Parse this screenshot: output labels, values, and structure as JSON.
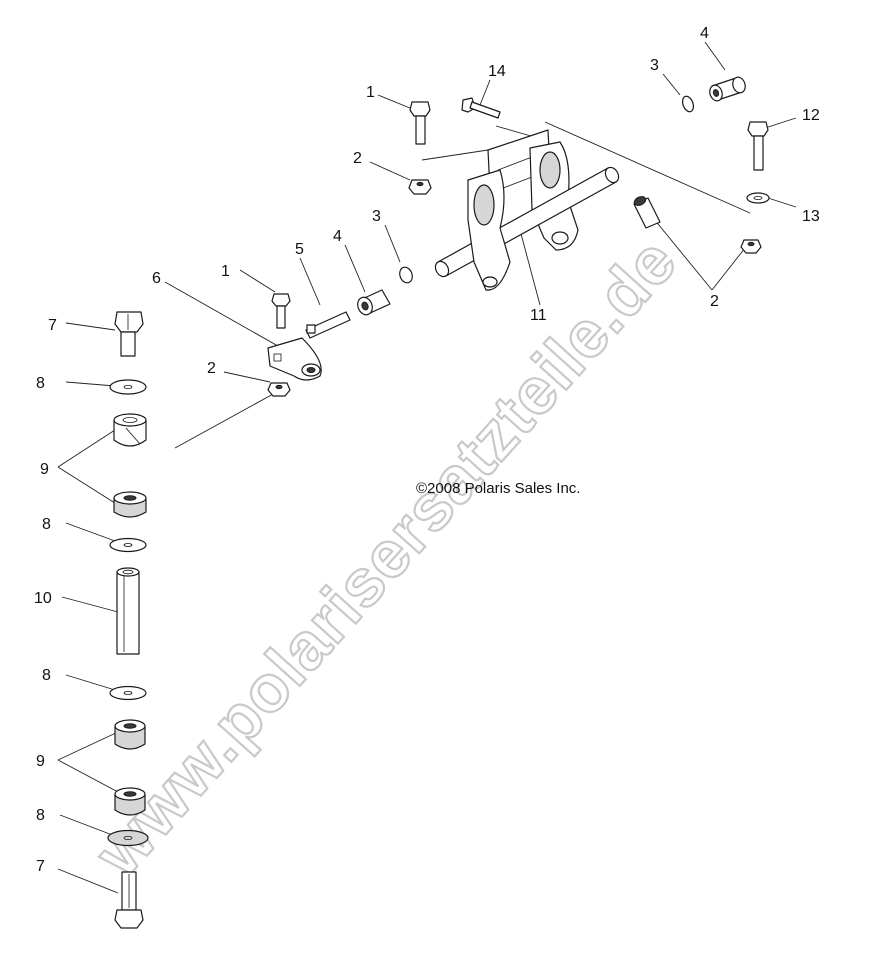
{
  "callouts": {
    "c1a": "1",
    "c1b": "1",
    "c2a": "2",
    "c2b": "2",
    "c2c": "2",
    "c3a": "3",
    "c3b": "3",
    "c4a": "4",
    "c4b": "4",
    "c5": "5",
    "c6": "6",
    "c7a": "7",
    "c7b": "7",
    "c8a": "8",
    "c8b": "8",
    "c8c": "8",
    "c8d": "8",
    "c9a": "9",
    "c9b": "9",
    "c10": "10",
    "c11": "11",
    "c12": "12",
    "c13": "13",
    "c14": "14"
  },
  "copyright": "©2008 Polaris Sales Inc.",
  "watermark": "www.polarisersatzteile.de"
}
